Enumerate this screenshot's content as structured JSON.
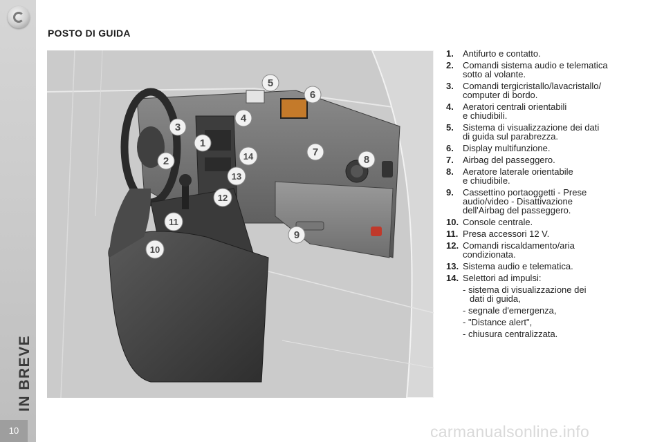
{
  "section_title": "IN BREVE",
  "page_number": "10",
  "heading": "POSTO DI GUIDA",
  "callouts": [
    "1",
    "2",
    "3",
    "4",
    "5",
    "6",
    "7",
    "8",
    "9",
    "10",
    "11",
    "12",
    "13",
    "14"
  ],
  "legend": [
    {
      "num": "1.",
      "lines": [
        "Antifurto e contatto."
      ]
    },
    {
      "num": "2.",
      "lines": [
        "Comandi sistema audio e telematica",
        "sotto al volante."
      ]
    },
    {
      "num": "3.",
      "lines": [
        "Comandi tergicristallo/lavacristallo/",
        "computer di bordo."
      ]
    },
    {
      "num": "4.",
      "lines": [
        "Aeratori centrali orientabili",
        "e chiudibili."
      ]
    },
    {
      "num": "5.",
      "lines": [
        "Sistema di visualizzazione dei dati",
        "di guida sul parabrezza."
      ]
    },
    {
      "num": "6.",
      "lines": [
        "Display multifunzione."
      ]
    },
    {
      "num": "7.",
      "lines": [
        "Airbag del passeggero."
      ]
    },
    {
      "num": "8.",
      "lines": [
        "Aeratore laterale orientabile",
        "e chiudibile."
      ]
    },
    {
      "num": "9.",
      "lines": [
        "Cassettino portaoggetti - Prese",
        "audio/video - Disattivazione",
        "dell'Airbag del passeggero."
      ]
    },
    {
      "num": "10.",
      "lines": [
        "Console centrale."
      ]
    },
    {
      "num": "11.",
      "lines": [
        "Presa accessori 12 V."
      ]
    },
    {
      "num": "12.",
      "lines": [
        "Comandi riscaldamento/aria",
        "condizionata."
      ]
    },
    {
      "num": "13.",
      "lines": [
        "Sistema audio e telematica."
      ]
    },
    {
      "num": "14.",
      "lines": [
        "Selettori ad impulsi:"
      ]
    }
  ],
  "sub_items": [
    {
      "lines": [
        "- sistema di visualizzazione dei",
        "dati di guida,"
      ]
    },
    {
      "lines": [
        "- segnale d'emergenza,"
      ]
    },
    {
      "lines": [
        "- \"Distance alert\","
      ]
    },
    {
      "lines": [
        "- chiusura centralizzata."
      ]
    }
  ],
  "watermark": "carmanualsonline.info"
}
